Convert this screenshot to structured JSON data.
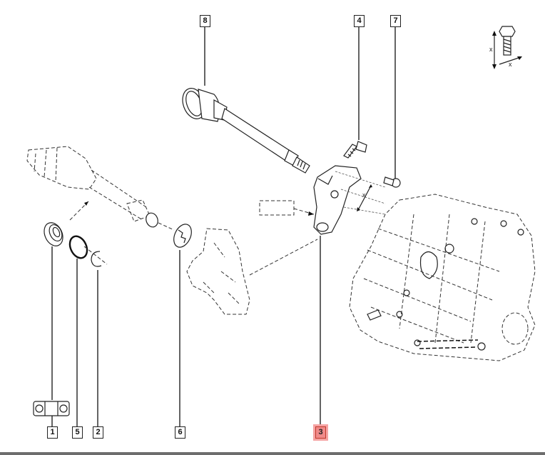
{
  "diagram": {
    "title": "Driveshaft and intermediate bearing assembly exploded view",
    "highlight_color": "#f08a8a",
    "callouts": [
      {
        "id": "8",
        "label": "8",
        "part": "inner CV joint drive shaft",
        "highlighted": false
      },
      {
        "id": "4",
        "label": "4",
        "part": "bolt",
        "highlighted": false
      },
      {
        "id": "7",
        "label": "7",
        "part": "nut",
        "highlighted": false
      },
      {
        "id": "1",
        "label": "1",
        "part": "bearing",
        "highlighted": false
      },
      {
        "id": "5",
        "label": "5",
        "part": "o-ring",
        "highlighted": false
      },
      {
        "id": "2",
        "label": "2",
        "part": "circlip",
        "highlighted": false
      },
      {
        "id": "6",
        "label": "6",
        "part": "dust shield",
        "highlighted": false
      },
      {
        "id": "3",
        "label": "3",
        "part": "bearing support bracket",
        "highlighted": true
      }
    ],
    "torque_symbol": {
      "label_x1": "x",
      "label_x2": "x",
      "icon": "bolt-torque-icon"
    },
    "bearing_pair_icon": "bearing-pair-icon"
  }
}
